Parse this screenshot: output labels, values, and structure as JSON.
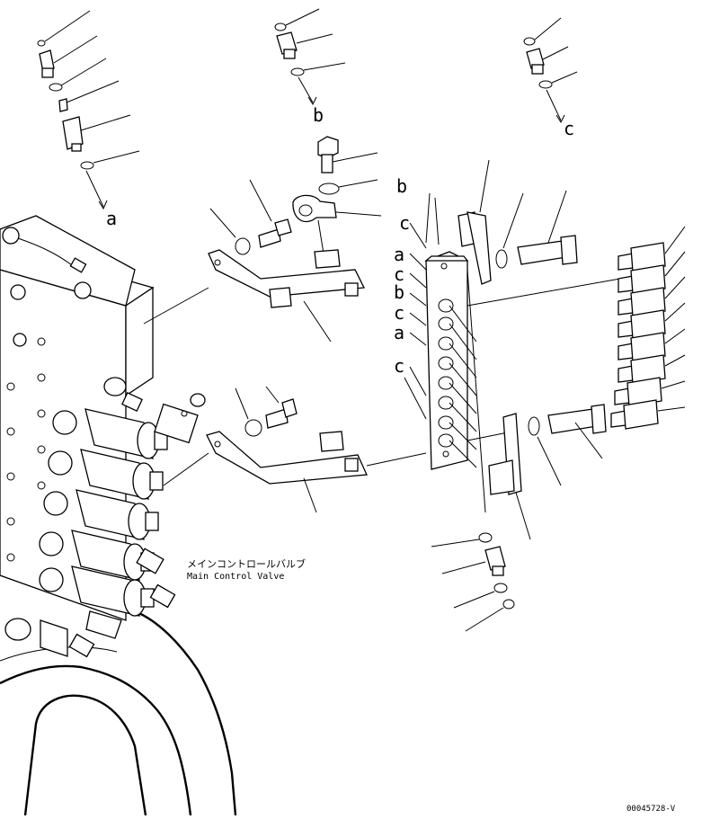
{
  "diagram": {
    "valve_label_jp": "メインコントロールバルブ",
    "valve_label_en": "Main Control Valve",
    "drawing_code": "00045728-V",
    "connectors": {
      "a_main": "a",
      "b_main": "b",
      "c_main": "c",
      "b_top": "b"
    },
    "manifold_port_labels": [
      "c",
      "a",
      "c",
      "b",
      "c",
      "a",
      "c"
    ]
  }
}
